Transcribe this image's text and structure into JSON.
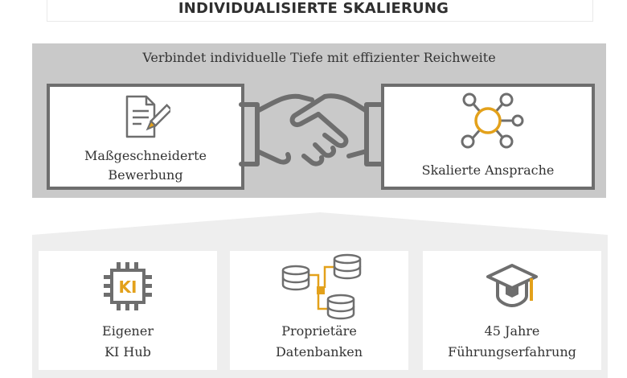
{
  "header": {
    "title": "INDIVIDUALISIERTE SKALIERUNG"
  },
  "top_band": {
    "headline": "Verbindet individuelle Tiefe mit effizienter Reichweite",
    "left_card": {
      "line1": "Maßgeschneiderte",
      "line2": "Bewerbung",
      "icon": "document-pen-icon"
    },
    "right_card": {
      "line1": "Skalierte Ansprache",
      "icon": "network-nodes-icon"
    },
    "connector_icon": "handshake-icon"
  },
  "pillars": [
    {
      "line1": "Eigener",
      "line2": "KI Hub",
      "icon": "ai-chip-icon",
      "chip_text": "KI"
    },
    {
      "line1": "Proprietäre",
      "line2": "Datenbanken",
      "icon": "database-network-icon"
    },
    {
      "line1": "45 Jahre",
      "line2": "Führungserfahrung",
      "icon": "graduation-cap-icon"
    }
  ],
  "colors": {
    "accent": "#E3A11B",
    "dark": "#6E6E6E",
    "band": "#C9C9C9",
    "base": "#EEEEEE"
  }
}
